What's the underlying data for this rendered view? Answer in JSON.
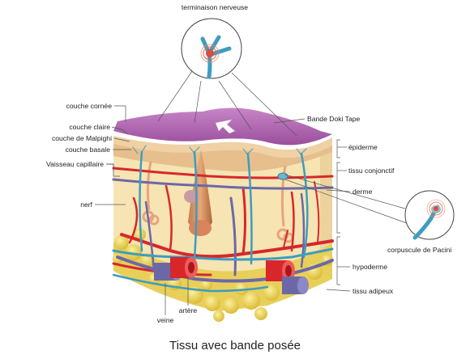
{
  "title": "terminaison nerveuse",
  "caption": "Tissu avec bande posée",
  "labels": {
    "couche_cornee": "couche cornée",
    "couche_claire": "couche claire",
    "couche_malpighi": "couche de Malpighi",
    "couche_basale": "couche basale",
    "vaisseau_capillaire": "Vaisseau capillaire",
    "nerf": "nerf",
    "veine": "veine",
    "artere": "artère",
    "bande": "Bande Doki Tape",
    "epiderme": "épiderme",
    "tissu_conjonctif": "tissu conjonctif",
    "derme": "derme",
    "pacini": "corpuscule de Pacini",
    "hypoderme": "hypoderme",
    "tissu_adipeux": "tissu adipeux"
  },
  "colors": {
    "tape": "#a45aa5",
    "epiderme": "#f2d9ae",
    "derme": "#f7e6b6",
    "fat": "#ecd55a",
    "artery": "#d7272b",
    "vein": "#6c68a8",
    "nerve": "#3e9dbf"
  }
}
